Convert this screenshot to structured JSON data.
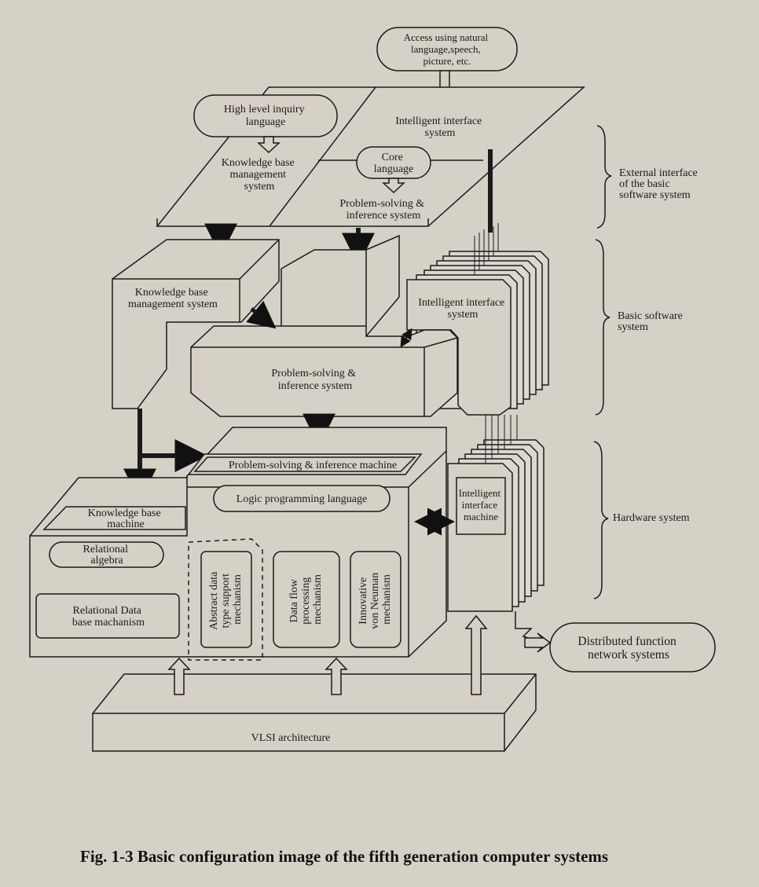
{
  "top": {
    "access": [
      "Access using natural",
      "language,speech,",
      "picture, etc."
    ],
    "high_level_inquiry": [
      "High level inquiry",
      "language"
    ],
    "intelligent_interface": [
      "Intelligent interface",
      "system"
    ],
    "kbms": [
      "Knowledge base",
      "management",
      "system"
    ],
    "core_language": [
      "Core",
      "language"
    ],
    "problem_solving": [
      "Problem-solving &",
      "inference system"
    ]
  },
  "middle": {
    "kbms": [
      "Knowledge base",
      "management system"
    ],
    "intelligent_interface": [
      "Intelligent interface",
      "system"
    ],
    "problem_solving": [
      "Problem-solving &",
      "inference system"
    ]
  },
  "hardware": {
    "ps_machine": "Problem-solving & inference machine",
    "logic_lang": "Logic programming language",
    "kb_machine": [
      "Knowledge base",
      "machine"
    ],
    "relational_algebra": [
      "Relational",
      "algebra"
    ],
    "relational_db": [
      "Relational Data",
      "base machanism"
    ],
    "abstract": [
      "Abstract data",
      "type support",
      "mechanism"
    ],
    "dataflow": [
      "Data flow",
      "processing",
      "mechanism"
    ],
    "innovative": [
      "Innovative",
      "von Neuman",
      "mechanism"
    ],
    "ii_machine": [
      "Intelligent",
      "interface",
      "machine"
    ]
  },
  "side_labels": {
    "external": [
      "External interface",
      "of the basic",
      "software  system"
    ],
    "basic_sw": [
      "Basic software",
      "system"
    ],
    "hardware": "Hardware system"
  },
  "distributed": [
    "Distributed function",
    "network systems"
  ],
  "vlsi": "VLSI architecture",
  "caption": "Fig. 1-3   Basic configuration image of the fifth generation computer systems"
}
